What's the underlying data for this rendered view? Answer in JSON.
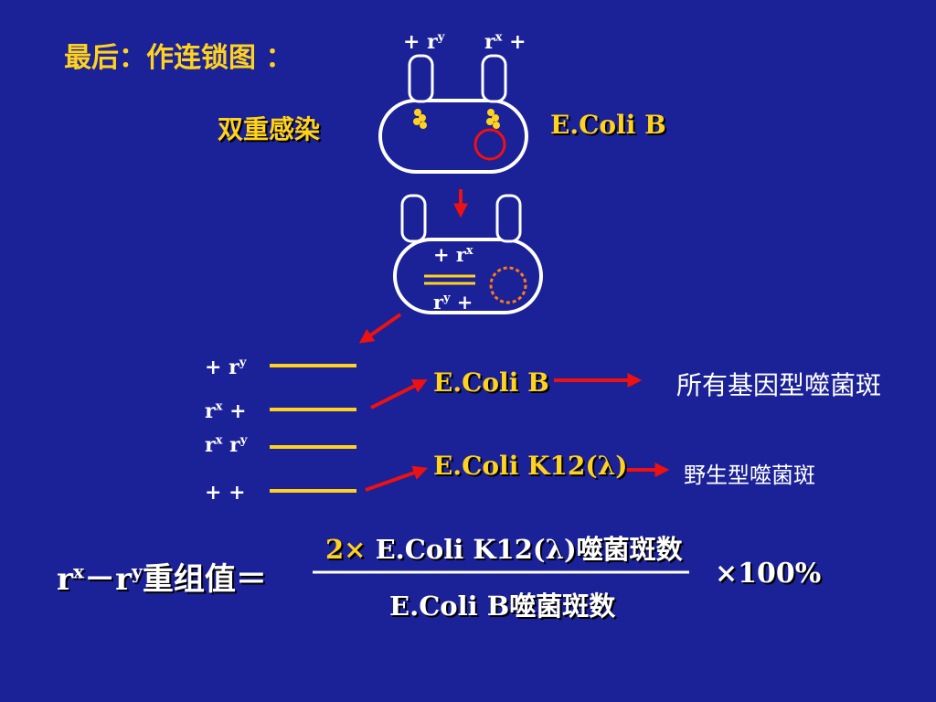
{
  "slide": {
    "title": "最后：作连锁图 ：",
    "double_infection_label": "双重感染",
    "host_label_top": "E.Coli B",
    "phage_left": {
      "prefix": "+ r",
      "sup": "y",
      "suffix": ""
    },
    "phage_right": {
      "prefix": "r",
      "sup": "x",
      "suffix": " +"
    },
    "progeny_top": {
      "prefix": "+ r",
      "sup": "x",
      "suffix": ""
    },
    "progeny_bottom": {
      "prefix": "r",
      "sup": "y",
      "suffix": " +"
    },
    "genotypes": [
      {
        "prefix": "+ r",
        "sup": "y",
        "suffix": ""
      },
      {
        "prefix": "r",
        "sup": "x",
        "suffix": " +"
      },
      {
        "prefix": "r",
        "sup": "x",
        "suffix": " r",
        "sup2": "y"
      },
      {
        "prefix": "+ +",
        "sup": "",
        "suffix": ""
      }
    ],
    "host_b": "E.Coli B",
    "host_k12": "E.Coli K12(λ)",
    "result_b": "所有基因型噬菌斑",
    "result_k12": "野生型噬菌斑",
    "formula": {
      "lhs_r1": "r",
      "lhs_sup1": "x",
      "lhs_dash": "－",
      "lhs_r2": "r",
      "lhs_sup2": "y",
      "lhs_text": "重组值＝",
      "numerator_factor": "2×",
      "numerator_text": " E.Coli K12(λ)噬菌斑数",
      "denominator": "E.Coli B噬菌斑数",
      "multiplier": "×100%"
    }
  },
  "colors": {
    "background": "#1b2196",
    "text_yellow": "#ffd21f",
    "cell_outline": "#ffffff",
    "arrow_red": "#ee1111",
    "gene_line": "#ffd21f",
    "plasmid_red": "#ee1111",
    "dotted_orange": "#ff7a1a"
  }
}
